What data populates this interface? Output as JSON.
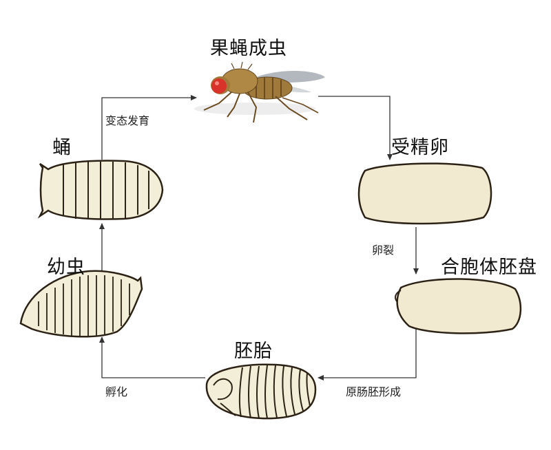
{
  "stages": {
    "adult": "果蝇成虫",
    "fertilized_egg": "受精卵",
    "syncytial_blastoderm": "合胞体胚盘",
    "embryo": "胚胎",
    "larva": "幼虫",
    "pupa": "蛹"
  },
  "transitions": {
    "cleavage": "卵裂",
    "gastrulation": "原肠胚形成",
    "hatching": "孵化",
    "metamorphosis": "变态发育"
  },
  "colors": {
    "body_fill": "#f3eed7",
    "egg_fill": "#f1ead0",
    "outline": "#2b2114",
    "fly_body": "#a07a3a",
    "fly_eye": "#d8322a",
    "arrow": "#333333"
  }
}
